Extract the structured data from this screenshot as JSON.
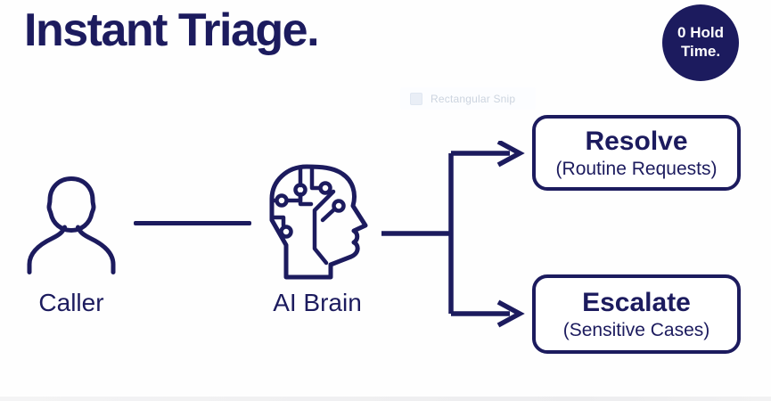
{
  "title": "Instant Triage.",
  "badge": {
    "line1": "0 Hold",
    "line2": "Time."
  },
  "overlay": {
    "snip_label": "Rectangular Snip"
  },
  "diagram": {
    "caller": {
      "label": "Caller"
    },
    "ai_brain": {
      "label": "AI Brain"
    },
    "resolve": {
      "title": "Resolve",
      "subtitle": "(Routine Requests)"
    },
    "escalate": {
      "title": "Escalate",
      "subtitle": "(Sensitive Cases)"
    }
  },
  "colors": {
    "navy": "#1c1b5e",
    "page-bg": "#fefefe",
    "badge-text": "#ffffff",
    "snip-text": "#ccd4df"
  }
}
